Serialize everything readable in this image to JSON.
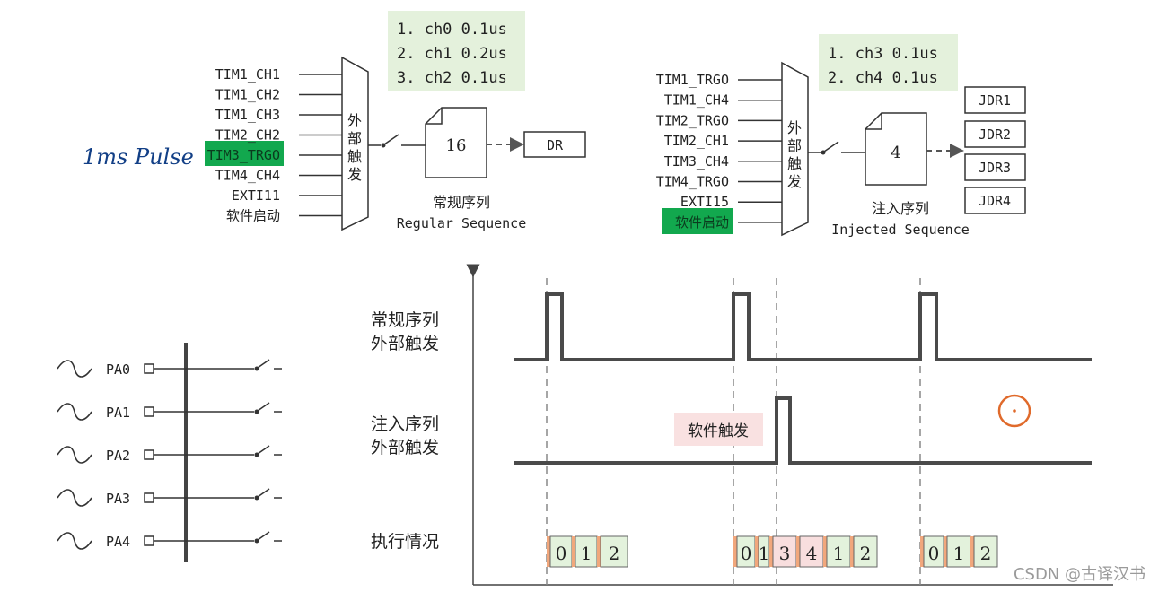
{
  "handwritten_note": "1ms Pulse",
  "regular": {
    "inputs": [
      "TIM1_CH1",
      "TIM1_CH2",
      "TIM1_CH3",
      "TIM2_CH2",
      "TIM3_TRGO",
      "TIM4_CH4",
      "EXTI11",
      "软件启动"
    ],
    "highlighted_input": "TIM3_TRGO",
    "mux_label": [
      "外",
      "部",
      "触",
      "发"
    ],
    "queue_count": "16",
    "output": "DR",
    "title_cn": "常规序列",
    "title_en": "Regular Sequence",
    "channels": [
      "1.  ch0  0.1us",
      "2.  ch1  0.2us",
      "3.  ch2  0.1us"
    ]
  },
  "injected": {
    "inputs": [
      "TIM1_TRGO",
      "TIM1_CH4",
      "TIM2_TRGO",
      "TIM2_CH1",
      "TIM3_CH4",
      "TIM4_TRGO",
      "EXTI15",
      "软件启动"
    ],
    "highlighted_input": "软件启动",
    "mux_label": [
      "外",
      "部",
      "触",
      "发"
    ],
    "queue_count": "4",
    "outputs": [
      "JDR1",
      "JDR2",
      "JDR3",
      "JDR4"
    ],
    "title_cn": "注入序列",
    "title_en": "Injected Sequence",
    "channels": [
      "1.  ch3  0.1us",
      "2.  ch4  0.1us"
    ]
  },
  "pins": [
    "PA0",
    "PA1",
    "PA2",
    "PA3",
    "PA4"
  ],
  "timing": {
    "row_regular": [
      "常规序列",
      "外部触发"
    ],
    "row_injected": [
      "注入序列",
      "外部触发"
    ],
    "row_exec": "执行情况",
    "software_trigger": "软件触发",
    "exec_groups": [
      [
        "0",
        "1",
        "2"
      ],
      [
        "0",
        "1",
        "3",
        "4",
        "1",
        "2"
      ],
      [
        "0",
        "1",
        "2"
      ]
    ]
  },
  "watermark": "CSDN @古译汉书",
  "colors": {
    "highlight_green": "#12a84e",
    "note_blue": "#123f86",
    "list_bg": "#e4f1dc",
    "cell_green": "#e3f2dc",
    "cell_pink": "#f8dede",
    "cell_orange": "#f1a77c",
    "trigger_bg": "#f9e1e1",
    "cursor": "#e06a2b"
  }
}
